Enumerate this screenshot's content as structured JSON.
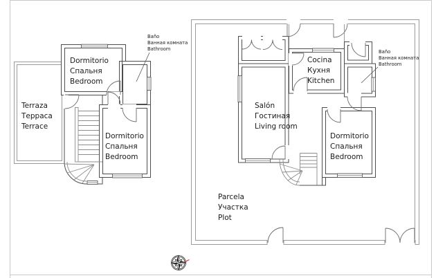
{
  "document": {
    "kind": "architectural floor plan",
    "languages": [
      "es",
      "ru",
      "en"
    ],
    "background": "#ffffff"
  },
  "colors": {
    "house_wall": "#4d4d4d",
    "light_wall": "#9a9a9a",
    "detail": "#8c8c8c",
    "door": "#6b6b6b",
    "text": "#1a1a1a",
    "compass_accent": "#cc2a1e",
    "page_frame": "#c9c9c9"
  },
  "left_plan": {
    "name": "upper floor plan",
    "rooms": {
      "bedroom_top": {
        "es": "Dormitorio",
        "ru": "Спальня",
        "en": "Bedroom"
      },
      "bathroom": {
        "es": "Baño",
        "ru": "Ванная комната",
        "en": "Bathroom"
      },
      "terrace": {
        "es": "Terraza",
        "ru": "Терраса",
        "en": "Terrace"
      },
      "bedroom_bottom": {
        "es": "Dormitorio",
        "ru": "Спальня",
        "en": "Bedroom"
      }
    }
  },
  "right_plan": {
    "name": "ground floor plan with plot",
    "rooms": {
      "kitchen": {
        "es": "Cocina",
        "ru": "Кухня",
        "en": "Kitchen"
      },
      "bathroom": {
        "es": "Baño",
        "ru": "Ванная комната",
        "en": "Bathroom"
      },
      "living_room": {
        "es": "Salón",
        "ru": "Гостиная",
        "en": "Living room"
      },
      "bedroom": {
        "es": "Dormitorio",
        "ru": "Спальня",
        "en": "Bedroom"
      },
      "plot": {
        "es": "Parcela",
        "ru": "Участка",
        "en": "Plot"
      }
    }
  },
  "compass": {
    "name": "compass-rose",
    "accent": "#cc2a1e"
  }
}
